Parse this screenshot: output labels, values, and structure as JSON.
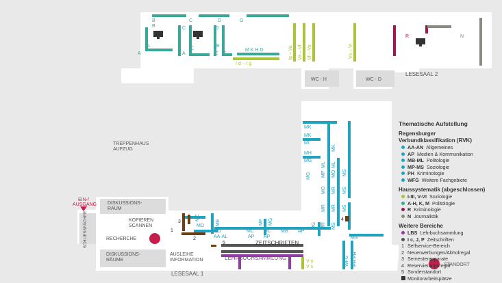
{
  "map": {
    "lesesaal_1": "LESESAAL 1",
    "lesesaal_2": "LESESAAL 2",
    "wc_h": "WC - H",
    "wc_d": "WC - D",
    "treppenhaus": [
      "TREPPENHAUS",
      "AUFZUG"
    ],
    "ein_ausgang": [
      "EIN-/",
      "AUSGANG"
    ],
    "diskussionsraum": [
      "DISKUSSIONS-",
      "RAUM"
    ],
    "schliessfaecher": "SCHLIESSFÄCHER",
    "kopieren": [
      "KOPIEREN",
      "SCANNEN"
    ],
    "recherche": "RECHERCHE",
    "diskussionsraeume": [
      "DISKUSSIONS-",
      "RÄUME"
    ],
    "ausleihe": [
      "AUSLEIHE",
      "INFORMATION"
    ],
    "zeitschriften": "ZEITSCHRIFTEN",
    "lehrbuchsammlung": "LEHRBUCHSAMMLUNG",
    "standort": "STANDORT",
    "shelf_labels": {
      "a": "A",
      "b": "B",
      "c": "C",
      "d": "D",
      "e": "E",
      "f": "F",
      "g": "G",
      "mkhg": "M K H G",
      "idig": "I d – I g",
      "igva": "Ig – Va",
      "vavf": "Va – Vf",
      "vfvo": "Vf – Vo",
      "vsvi": "Vs – VI",
      "r": "R",
      "n": "N",
      "mk": "MK",
      "ml": "ML",
      "mi": "MI",
      "mh": "MH",
      "mg": "MG",
      "mp": "MP",
      "mo": "MO",
      "mr": "MR",
      "ms": "MS",
      "md": "MD",
      "me": "ME",
      "mf": "MF",
      "mc": "MC",
      "mb": "MB",
      "ap": "AP",
      "aaal": "AA-AL",
      "vo": "V o",
      "vs": "V s",
      "wfg": "WFG",
      "ph": "PH",
      "n1": "1",
      "n2": "2",
      "n3": "3",
      "n4": "4",
      "n5": "5"
    }
  },
  "legend": {
    "title": "Thematische Aufstellung",
    "rvk_title": [
      "Regensburger",
      "Verbundklassifikation (RVK)"
    ],
    "rvk_items": [
      {
        "code": "AA-AN",
        "label": "Allgemeines",
        "color": "#1fa3bf"
      },
      {
        "code": "AP",
        "label": "Medien & Kommunikation",
        "color": "#1fa3bf"
      },
      {
        "code": "MB-ML",
        "label": "Politologie",
        "color": "#1fa3bf"
      },
      {
        "code": "MP-MS",
        "label": "Soziologie",
        "color": "#1fa3bf"
      },
      {
        "code": "PH",
        "label": "Kriminologie",
        "color": "#1fa3bf"
      },
      {
        "code": "WFG",
        "label": "Weitere Fachgebiete",
        "color": "#1fa3bf"
      }
    ],
    "haus_title": "Haussystematik (abgeschlossen)",
    "haus_items": [
      {
        "code": "I-III, V-VI",
        "label": "Soziologie",
        "color": "#a9c43a"
      },
      {
        "code": "A-H, K, M",
        "label": "Politologie",
        "color": "#3aa898"
      },
      {
        "code": "R",
        "label": "Kriminologie",
        "color": "#9a1a50"
      },
      {
        "code": "N",
        "label": "Journalistik",
        "color": "#8a8a80"
      }
    ],
    "weitere_title": "Weitere Bereiche",
    "weitere_items": [
      {
        "code": "LBS",
        "label": "Lehrbuchsammlung",
        "color": "#8e3fa0"
      },
      {
        "code": "I c, J, P",
        "label": "Zeitschriften",
        "color": "#555555"
      }
    ],
    "numbered": [
      {
        "num": "1",
        "label": "Selfservice-Bereich"
      },
      {
        "num": "2",
        "label": "Neuerwerbungen/Abholregal"
      },
      {
        "num": "3",
        "label": "Semesterapparate"
      },
      {
        "num": "4",
        "label": "Reservierungsregal"
      },
      {
        "num": "5",
        "label": "Sonderstandort"
      }
    ],
    "monitor_label": "Monitorarbeitsplätze",
    "colors": {
      "rvk": "#1fa3bf",
      "politologie": "#3aa898",
      "soziologie": "#a9c43a",
      "krim": "#9a1a50",
      "journ": "#8a8a80",
      "lbs": "#8e3fa0",
      "zs": "#555555",
      "brown": "#6b3f17",
      "standort": "#c41e4a"
    }
  }
}
